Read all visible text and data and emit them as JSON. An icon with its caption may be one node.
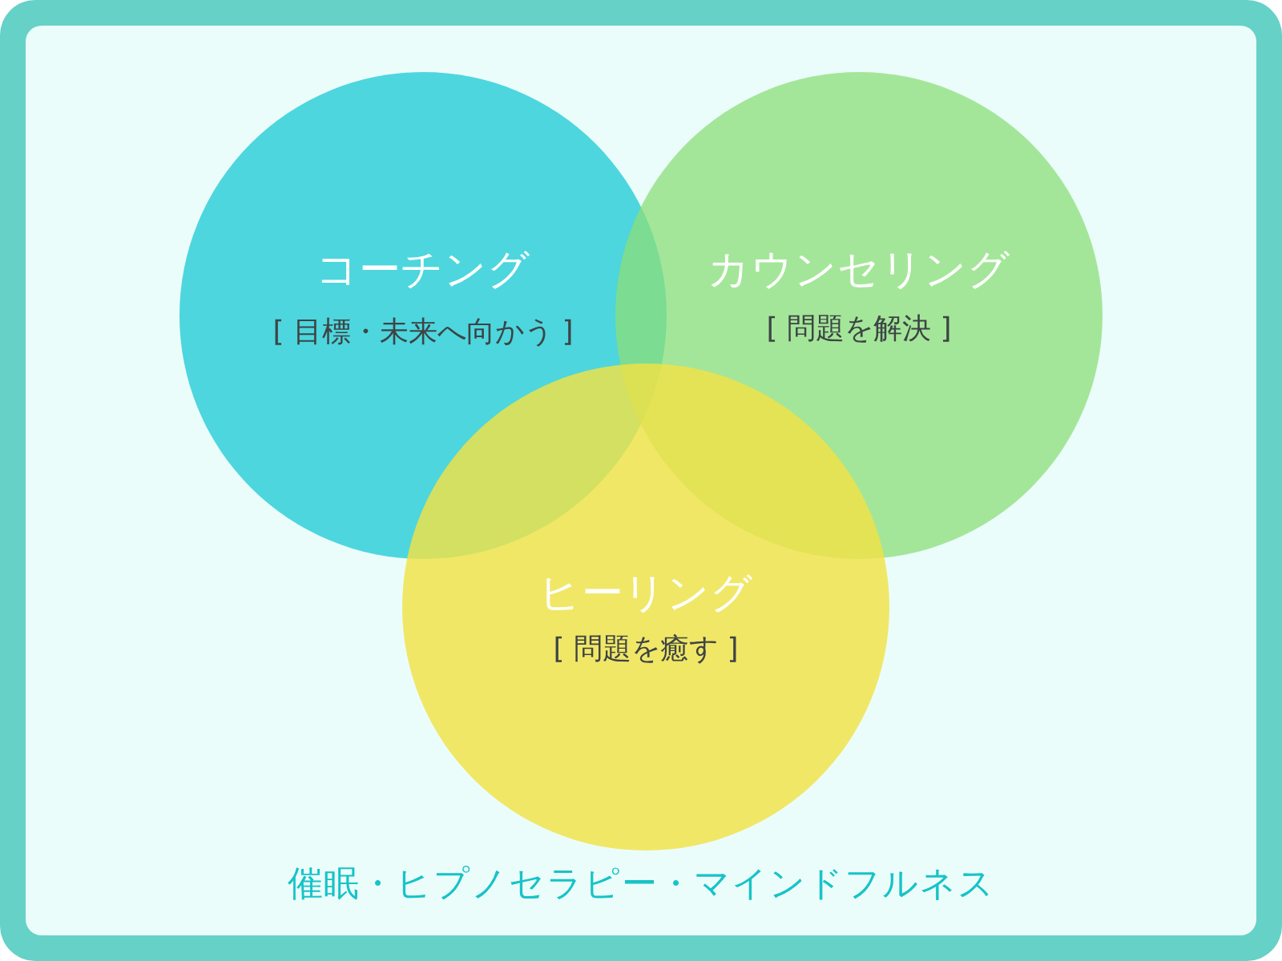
{
  "diagram": {
    "nodes": [
      {
        "text": [
          "コーチング",
          "[ 目標・未来へ向かう ]"
        ]
      },
      {
        "text": [
          "カウンセリング",
          "[ 問題を解決 ]"
        ]
      },
      {
        "text": [
          "ヒーリング",
          "[ 問題を癒す ]"
        ]
      }
    ],
    "labels": [
      "催眠・ヒプノセラピー・マインドフルネス"
    ]
  }
}
